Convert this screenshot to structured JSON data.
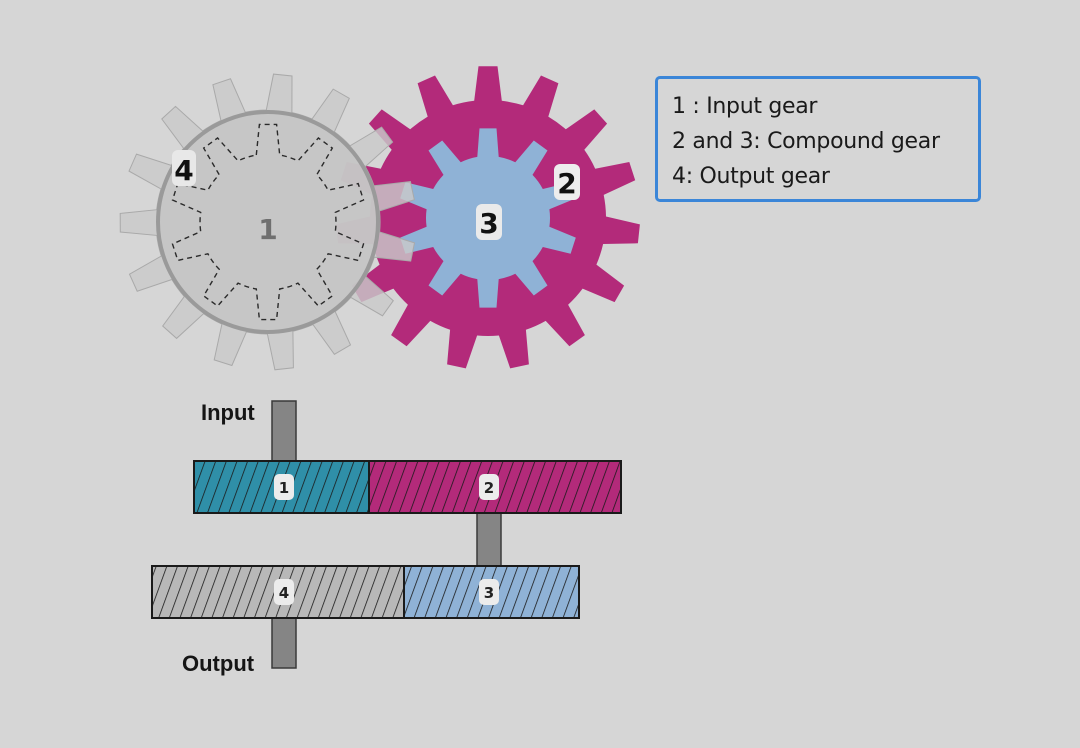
{
  "legend": {
    "items": [
      "1 :  Input gear",
      "2 and 3: Compound gear",
      "4: Output gear"
    ]
  },
  "gears": {
    "g1": {
      "label": "1"
    },
    "g2": {
      "label": "2"
    },
    "g3": {
      "label": "3"
    },
    "g4": {
      "label": "4"
    }
  },
  "schematic": {
    "input_label": "Input",
    "output_label": "Output",
    "bar1": "1",
    "bar2": "2",
    "bar3": "3",
    "bar4": "4"
  },
  "colors": {
    "background": "#d6d6d6",
    "input_gear_blue": "#2f8fa8",
    "compound_magenta": "#b32a7a",
    "compound_light_blue": "#8fb2d6",
    "output_gray": "#b8b8b8",
    "shaft_gray": "#858585",
    "legend_border": "#3b86d8"
  }
}
